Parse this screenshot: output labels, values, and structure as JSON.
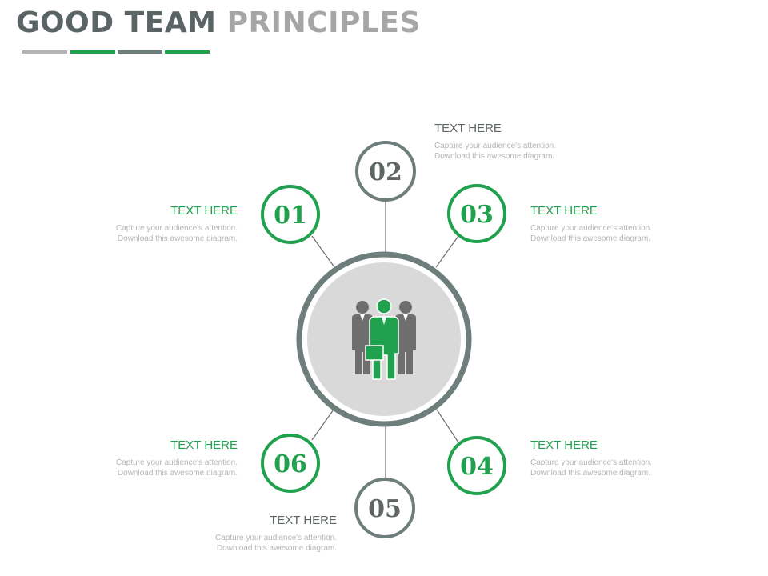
{
  "title": {
    "part1": "GOOD TEAM",
    "part2": "PRINCIPLES"
  },
  "colors": {
    "green": "#1fa14d",
    "slate": "#6e7e7c",
    "light_gray": "#b3b3b3",
    "hub_fill": "#d9d9d9",
    "person_gray": "#6e6e6e"
  },
  "center": {
    "icon": "team-people-icon"
  },
  "steps": [
    {
      "num": "01",
      "heading": "TEXT HERE",
      "line1": "Capture your audience's attention.",
      "line2": "Download this  awesome diagram."
    },
    {
      "num": "02",
      "heading": "TEXT HERE",
      "line1": "Capture your audience's attention.",
      "line2": "Download this  awesome diagram."
    },
    {
      "num": "03",
      "heading": "TEXT HERE",
      "line1": "Capture your audience's attention.",
      "line2": "Download this  awesome diagram."
    },
    {
      "num": "04",
      "heading": "TEXT HERE",
      "line1": "Capture your audience's attention.",
      "line2": "Download this  awesome diagram."
    },
    {
      "num": "05",
      "heading": "TEXT HERE",
      "line1": "Capture your audience's attention.",
      "line2": "Download this  awesome diagram."
    },
    {
      "num": "06",
      "heading": "TEXT HERE",
      "line1": "Capture your audience's attention.",
      "line2": "Download this  awesome diagram."
    }
  ]
}
